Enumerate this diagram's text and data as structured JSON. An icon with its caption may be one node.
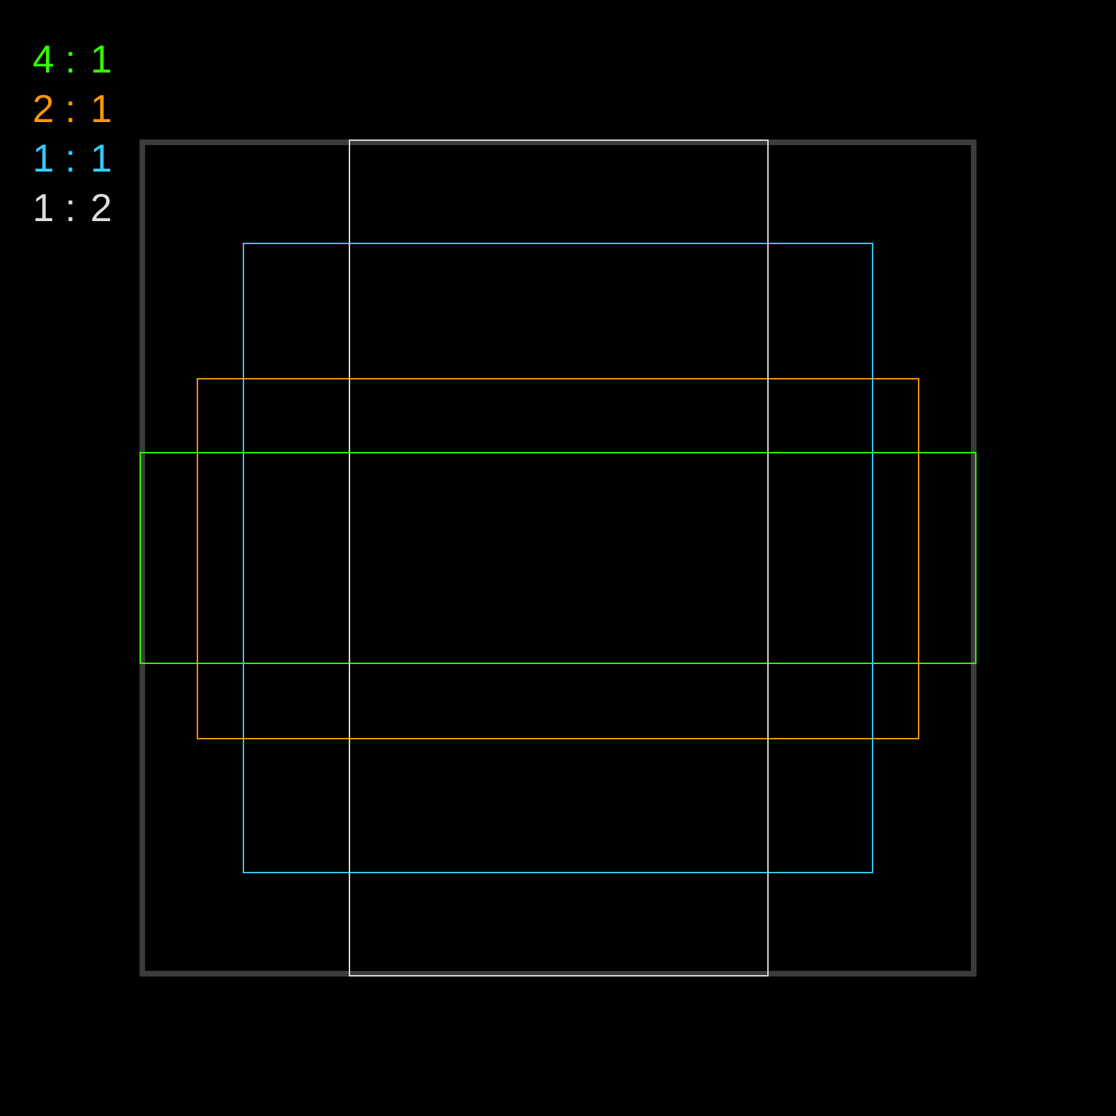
{
  "diagram": {
    "nodes": [
      {
        "text": [],
        "shape": "box"
      },
      {
        "text": [],
        "shape": "box"
      },
      {
        "text": [],
        "shape": "box"
      },
      {
        "text": [],
        "shape": "box"
      }
    ],
    "legend": [
      {
        "text": "4 : 1",
        "color": "#33ff00"
      },
      {
        "text": "2 : 1",
        "color": "#ff9900"
      },
      {
        "text": "1 : 1",
        "color": "#33ccff"
      },
      {
        "text": "1 : 2",
        "color": "#dddddd"
      }
    ]
  }
}
